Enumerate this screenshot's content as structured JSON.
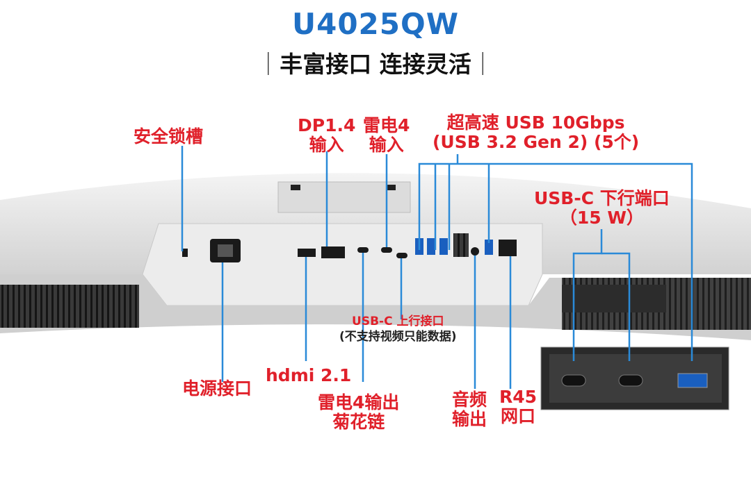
{
  "header": {
    "model": "U4025QW",
    "tagline": "丰富接口 连接灵活"
  },
  "labels": {
    "security_slot": "安全锁槽",
    "dp_input": [
      "DP1.4",
      "输入"
    ],
    "thunderbolt_input": [
      "雷电4",
      "输入"
    ],
    "usb_superspeed": [
      "超高速 USB 10Gbps",
      "(USB 3.2 Gen 2) (5个)"
    ],
    "usbc_downstream": [
      "USB-C 下行端口",
      "（15 W）"
    ],
    "usbc_upstream": [
      "USB-C 上行接口",
      "(不支持视频只能数据)"
    ],
    "power": "电源接口",
    "hdmi": "hdmi 2.1",
    "thunderbolt_output": [
      "雷电4输出",
      "菊花链"
    ],
    "audio_output": [
      "音频",
      "输出"
    ],
    "rj45": [
      "R45",
      "网口"
    ]
  },
  "colors": {
    "title_blue": "#1f6fc4",
    "label_red": "#e0202a",
    "callout_line_blue": "#2a8ad8",
    "monitor_body": "#e6e6e6",
    "port_dark": "#1a1a1a"
  }
}
